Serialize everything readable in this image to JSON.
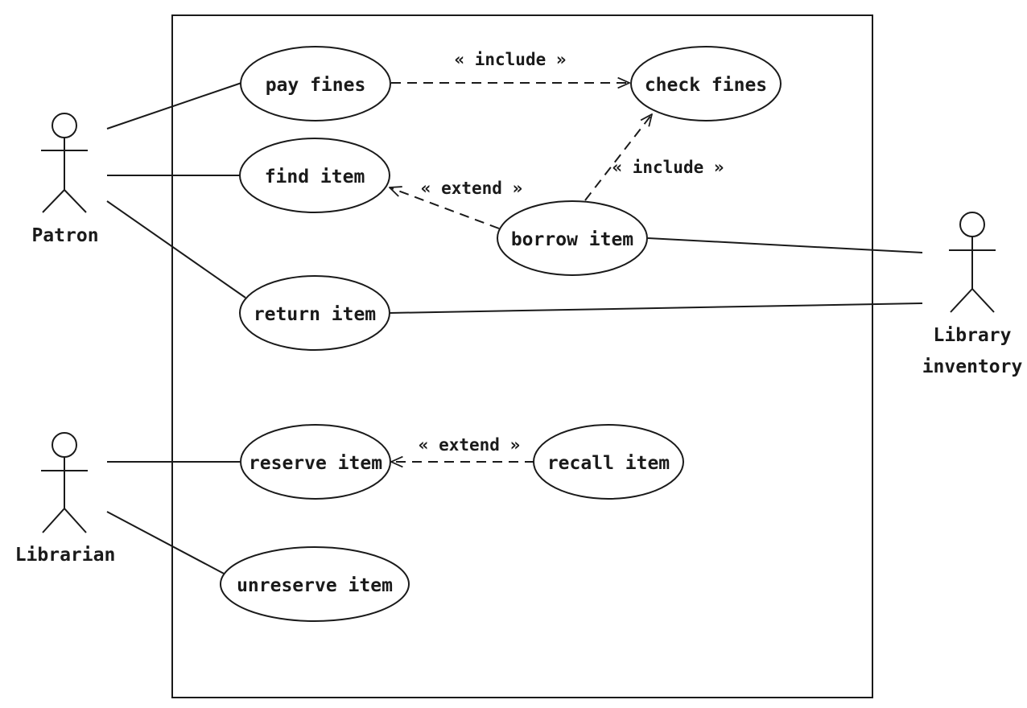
{
  "actors": {
    "patron": "Patron",
    "librarian": "Librarian",
    "inventory_line1": "Library",
    "inventory_line2": "inventory"
  },
  "use_cases": {
    "pay_fines": "pay fines",
    "check_fines": "check fines",
    "find_item": "find item",
    "borrow_item": "borrow item",
    "return_item": "return item",
    "reserve_item": "reserve item",
    "recall_item": "recall item",
    "unreserve_item": "unreserve item"
  },
  "relations": {
    "include_pay_check": "« include »",
    "include_borrow_check": "« include »",
    "extend_borrow_find": "« extend »",
    "extend_recall_reserve": "« extend »"
  }
}
